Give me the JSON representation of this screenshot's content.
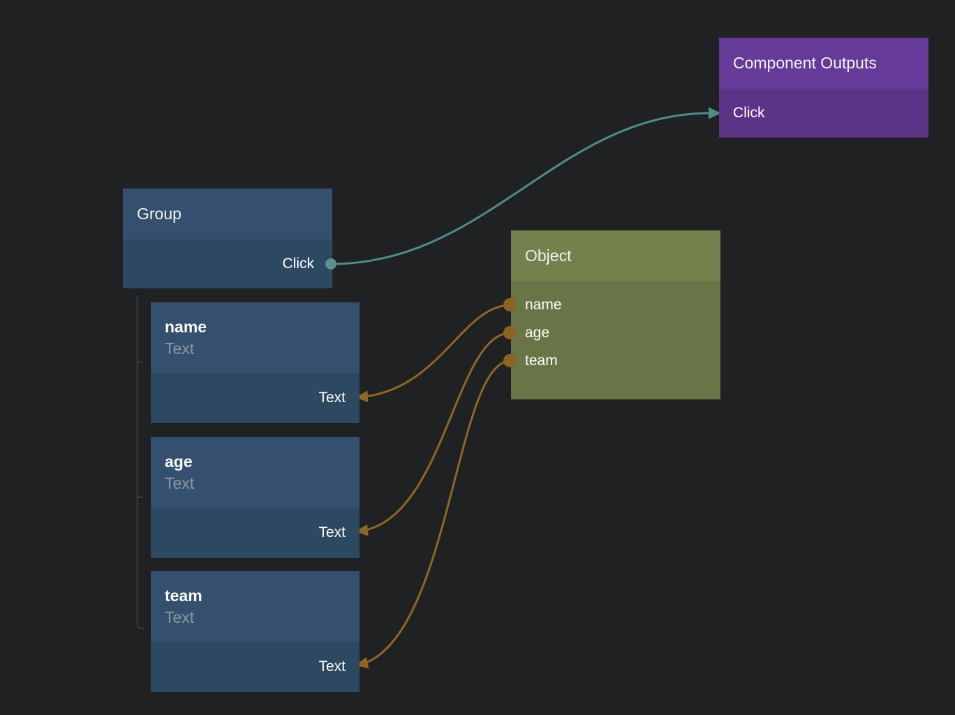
{
  "colors": {
    "background": "#202122",
    "edge_teal": "#4f8c89",
    "port_teal": "#5a908d",
    "edge_orange": "#8f6626",
    "port_orange": "#8d6322",
    "tree_line": "#454545",
    "purple_header": "#663a99",
    "purple_body": "#5c3487",
    "blue_header": "#35506e",
    "blue_body": "#2d4861",
    "olive_header": "#74814c",
    "olive_body": "#697547",
    "subtitle_gray": "#8d97a4"
  },
  "nodes": {
    "component_outputs": {
      "title": "Component Outputs",
      "ports": [
        {
          "label": "Click",
          "direction": "input"
        }
      ]
    },
    "group": {
      "title": "Group",
      "ports": [
        {
          "label": "Click",
          "direction": "output"
        }
      ]
    },
    "object": {
      "title": "Object",
      "ports": [
        {
          "label": "name",
          "direction": "output"
        },
        {
          "label": "age",
          "direction": "output"
        },
        {
          "label": "team",
          "direction": "output"
        }
      ]
    },
    "fields": [
      {
        "title": "name",
        "subtitle": "Text",
        "input_label": "Text"
      },
      {
        "title": "age",
        "subtitle": "Text",
        "input_label": "Text"
      },
      {
        "title": "team",
        "subtitle": "Text",
        "input_label": "Text"
      }
    ]
  },
  "edges": [
    {
      "from": "Group.Click",
      "to": "Component Outputs.Click",
      "color": "#4f8c89"
    },
    {
      "from": "Object.name",
      "to": "name.Text",
      "color": "#8f6626"
    },
    {
      "from": "Object.age",
      "to": "age.Text",
      "color": "#8f6626"
    },
    {
      "from": "Object.team",
      "to": "team.Text",
      "color": "#8f6626"
    }
  ]
}
